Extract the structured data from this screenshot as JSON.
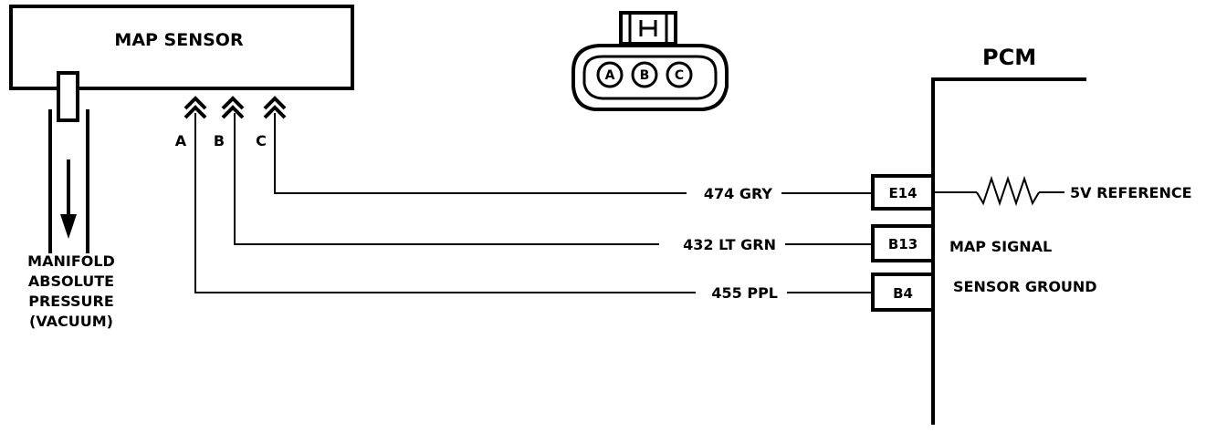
{
  "diagram": {
    "sensor_title": "MAP SENSOR",
    "pcm_title": "PCM",
    "manifold_label": [
      "MANIFOLD",
      "ABSOLUTE",
      "PRESSURE",
      "(VACUUM)"
    ],
    "connector_pins": [
      "A",
      "B",
      "C"
    ],
    "pins": [
      "A",
      "B",
      "C"
    ],
    "wires": [
      {
        "pin": "C",
        "wire": "474 GRY",
        "terminal": "E14",
        "function": "5V REFERENCE"
      },
      {
        "pin": "B",
        "wire": "432 LT GRN",
        "terminal": "B13",
        "function": "MAP SIGNAL"
      },
      {
        "pin": "A",
        "wire": "455 PPL",
        "terminal": "B4",
        "function": "SENSOR GROUND"
      }
    ]
  }
}
